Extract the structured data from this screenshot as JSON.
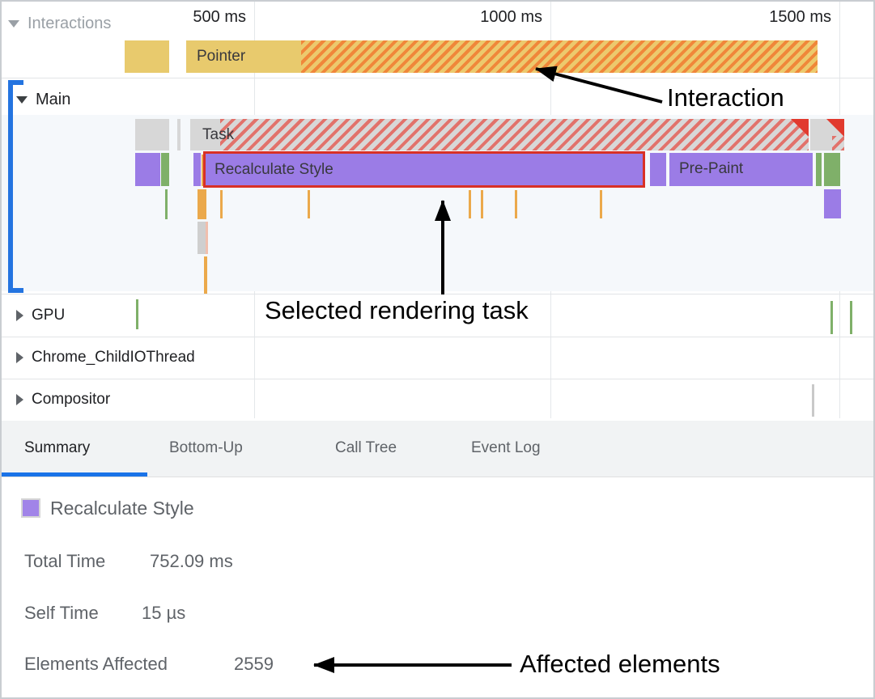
{
  "ruler": {
    "ticks": [
      "500 ms",
      "1000 ms",
      "1500 ms"
    ]
  },
  "tracks": {
    "interactions": {
      "label": "Interactions",
      "pointer": "Pointer"
    },
    "main": {
      "label": "Main",
      "task": "Task",
      "recalculate": "Recalculate Style",
      "prepaint": "Pre-Paint"
    },
    "gpu": {
      "label": "GPU"
    },
    "io": {
      "label": "Chrome_ChildIOThread"
    },
    "compositor": {
      "label": "Compositor"
    }
  },
  "tabs": [
    {
      "label": "Summary"
    },
    {
      "label": "Bottom-Up"
    },
    {
      "label": "Call Tree"
    },
    {
      "label": "Event Log"
    }
  ],
  "summary": {
    "event": "Recalculate Style",
    "rows": [
      {
        "label": "Total Time",
        "value": "752.09 ms"
      },
      {
        "label": "Self Time",
        "value": "15 µs"
      },
      {
        "label": "Elements Affected",
        "value": "2559"
      }
    ]
  },
  "annotations": {
    "interaction": "Interaction",
    "selected_task": "Selected rendering task",
    "affected": "Affected elements"
  },
  "colors": {
    "accent_blue": "#1a73e8",
    "selection_red": "#d93025",
    "event_purple": "#9b7ce6",
    "event_green": "#7fb069",
    "event_yellow": "#e8ca6d",
    "event_orange": "#f0873a",
    "task_gray": "#d7d7d7"
  }
}
